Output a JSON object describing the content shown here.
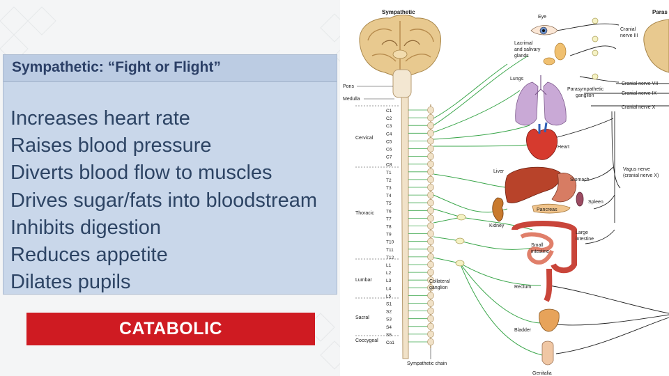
{
  "panel": {
    "title": "Sympathetic: “Fight or Flight”",
    "bullets": [
      "Increases heart rate",
      "Raises blood pressure",
      "Diverts blood flow to muscles",
      "Drives sugar/fats into bloodstream",
      "Inhibits digestion",
      "Reduces appetite",
      "Dilates pupils"
    ]
  },
  "banner": {
    "label": "CATABOLIC"
  },
  "figure": {
    "header_left": "Sympathetic",
    "header_right": "Paras",
    "brainstem": [
      "Pons",
      "Medulla"
    ],
    "regions": [
      "Cervical",
      "Thoracic",
      "Lumbar",
      "Sacral",
      "Coccygeal"
    ],
    "segments": [
      "C1",
      "C2",
      "C3",
      "C4",
      "C5",
      "C6",
      "C7",
      "C8",
      "T1",
      "T2",
      "T3",
      "T4",
      "T5",
      "T6",
      "T7",
      "T8",
      "T9",
      "T10",
      "T11",
      "T12",
      "L1",
      "L2",
      "L3",
      "L4",
      "L5",
      "S1",
      "S2",
      "S3",
      "S4",
      "S5",
      "Co1"
    ],
    "chain_label": "Sympathetic chain",
    "collateral_label": [
      "Collateral",
      "ganglion"
    ],
    "organs": {
      "eye": "Eye",
      "lacrimal": [
        "Lacrimal",
        "and salivary",
        "glands"
      ],
      "lungs": "Lungs",
      "heart": "Heart",
      "liver": "Liver",
      "stomach": "Stomach",
      "pancreas": "Pancreas",
      "spleen": "Spleen",
      "kidney": "Kidney",
      "small_intestine": [
        "Small",
        "intestine"
      ],
      "large_intestine": [
        "Large",
        "intestine"
      ],
      "rectum": "Rectum",
      "bladder": "Bladder",
      "genitalia": "Genitalia"
    },
    "para_ganglion": [
      "Parasympathetic",
      "ganglion"
    ],
    "cranial_nerves": {
      "iii": [
        "Cranial",
        "nerve III"
      ],
      "vii": "Cranial nerve VII",
      "ix": "Cranial nerve IX",
      "x": "Cranial nerve X",
      "vagus": [
        "Vagus nerve",
        "(cranial nerve X)"
      ]
    }
  }
}
